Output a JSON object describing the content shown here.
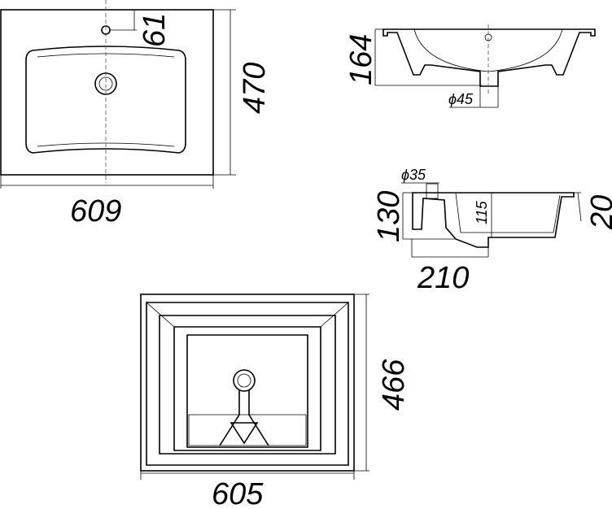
{
  "top_view": {
    "width": "609",
    "depth": "470",
    "tap_offset": "61"
  },
  "side_view": {
    "height": "164",
    "drain_diameter": "ϕ45"
  },
  "section_view": {
    "height": "130",
    "rim": "20",
    "bowl_depth": "115",
    "overflow_diameter": "ϕ35",
    "length": "210"
  },
  "bottom_view": {
    "width": "605",
    "depth": "466"
  }
}
